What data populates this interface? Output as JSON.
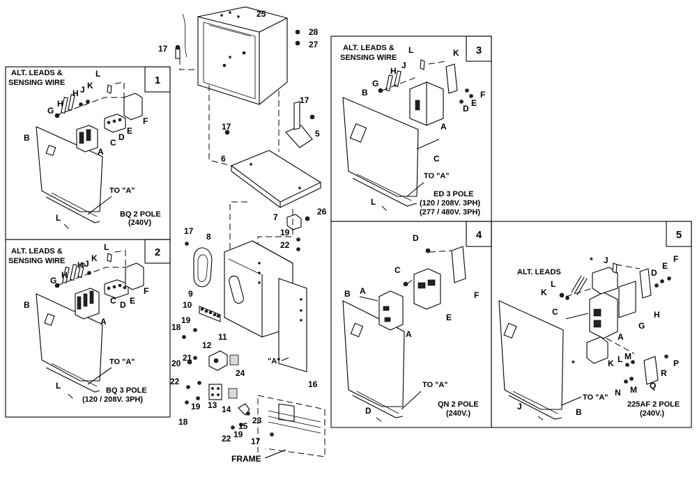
{
  "panel_numbers": [
    "1",
    "2",
    "3",
    "4",
    "5"
  ],
  "panel_titles": {
    "p1": [
      "BQ 2 POLE",
      "(240V)"
    ],
    "p2": [
      "BQ 3 POLE",
      "(120 / 208V. 3PH)"
    ],
    "p3": [
      "ED 3 POLE",
      "(120 / 208V. 3PH)",
      "(277 / 480V. 3PH)"
    ],
    "p4": [
      "QN 2 POLE",
      "(240V.)"
    ],
    "p5": [
      "225AF 2 POLE",
      "(240V.)"
    ]
  },
  "common_labels": {
    "alt_leads_sensing": [
      "ALT. LEADS &",
      "SENSING WIRE"
    ],
    "alt_leads": "ALT. LEADS",
    "to_a": "TO \"A\"",
    "a_quote": "\"A\"",
    "frame": "FRAME",
    "star": "*"
  },
  "center_callouts": [
    "25",
    "28",
    "27",
    "17",
    "17",
    "17",
    "5",
    "6",
    "7",
    "26",
    "19",
    "22",
    "17",
    "8",
    "9",
    "10",
    "18",
    "19",
    "11",
    "12",
    "20",
    "21",
    "24",
    "16",
    "22",
    "19",
    "13",
    "14",
    "18",
    "15",
    "23",
    "22",
    "19",
    "17"
  ],
  "panel1_callouts": [
    "L",
    "K",
    "J",
    "H",
    "H",
    "G",
    "F",
    "E",
    "D",
    "C",
    "B",
    "A",
    "L"
  ],
  "panel2_callouts": [
    "L",
    "K",
    "J",
    "H",
    "H",
    "G",
    "F",
    "E",
    "D",
    "C",
    "B",
    "A",
    "L"
  ],
  "panel3_callouts": [
    "L",
    "K",
    "J",
    "H",
    "G",
    "F",
    "E",
    "D",
    "B",
    "A",
    "C",
    "L"
  ],
  "panel4_callouts": [
    "D",
    "C",
    "A",
    "B",
    "F",
    "E",
    "A",
    "D"
  ],
  "panel5_callouts": [
    "J",
    "D",
    "E",
    "F",
    "L",
    "K",
    "C",
    "H",
    "G",
    "A",
    "M",
    "K",
    "L",
    "N",
    "M",
    "Q",
    "R",
    "P",
    "B",
    "J"
  ]
}
